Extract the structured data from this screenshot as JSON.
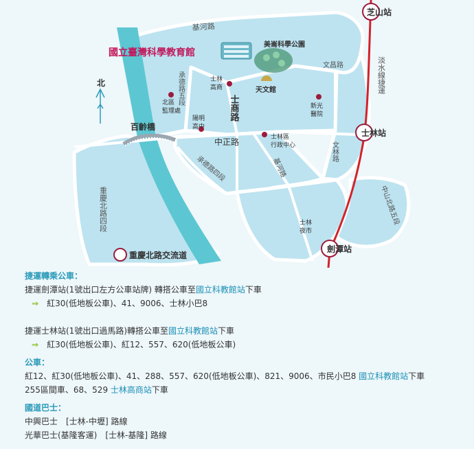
{
  "map": {
    "museum_title": "國立臺灣科學教育館",
    "north_label": "北",
    "stations": {
      "zhishan": "芝山站",
      "shilin": "士林站",
      "jiantan": "劍潭站"
    },
    "mrt_line": "淡水線捷運",
    "roads": {
      "jihe_top": "基河路",
      "jihe_mid": "基河路",
      "wenchang": "文昌路",
      "wenlin": "文林路",
      "chengde5": "承德路五段",
      "chengde4": "承德路四段",
      "shishang": "士商路",
      "zhongzheng": "中正路",
      "chongqing4": "重慶北路四段",
      "zhongshan5": "中山北路五段"
    },
    "places": {
      "meilun_park": "美崙科學公園",
      "observatory": "天文館",
      "shilin_commercial": "士林\n高商",
      "beiqu_prison": "北區\n監理處",
      "yangming_high": "陽明\n高中",
      "xinguang_hospital": "新光\n醫院",
      "shilin_admin": "士林區\n行政中心",
      "night_market": "士林\n夜市",
      "bailing_bridge": "百齡橋",
      "chongqing_interchange": "重慶北路交流道"
    },
    "colors": {
      "block": "#bde3f0",
      "block_edge": "#ffffff",
      "river": "#5cc7d2",
      "mrt": "#d2232a",
      "poi": "#9b1c3c",
      "title": "#c2185b",
      "road_text": "#555555"
    }
  },
  "transit": {
    "mrt_transfer": {
      "title": "捷運轉乘公車：",
      "jiantan_pre": "捷運劍潭站(1號出口左方公車站牌) 轉搭公車至",
      "jiantan_link": "國立科教館站",
      "jiantan_post": "下車",
      "jiantan_arrow": "⇒",
      "jiantan_buses": "紅30(低地板公車)、41、9006、士林小巴8",
      "shilin_pre": "捷運士林站(1號出口過馬路)轉搭公車至",
      "shilin_link": "國立科教館站",
      "shilin_post": "下車",
      "shilin_arrow": "⇒",
      "shilin_buses": "紅30(低地板公車)、紅12、557、620(低地板公車)"
    },
    "bus": {
      "title": "公車：",
      "line1_pre": "紅12、紅30(低地板公車)、41、288、557、620(低地板公車)、821、9006、市民小巴8 ",
      "line1_link": "國立科教館站",
      "line1_post": "下車",
      "line2_pre": "255區間車、68、529 ",
      "line2_link": "士林高商站",
      "line2_post": "下車"
    },
    "highway_bus": {
      "title": "國道巴士：",
      "line1": "中興巴士　[士林-中壢] 路線",
      "line2": "光華巴士(基隆客運)　[士林-基隆] 路線"
    }
  }
}
